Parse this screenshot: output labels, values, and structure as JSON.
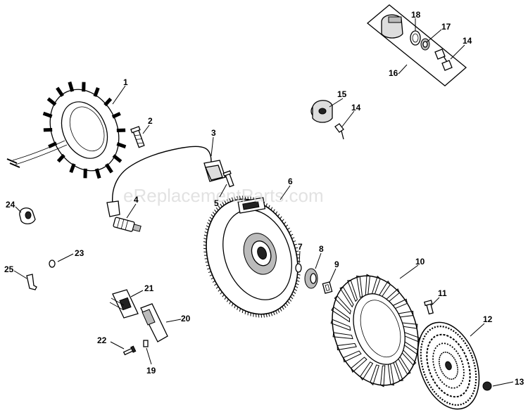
{
  "watermark": "eReplacementParts.com",
  "callouts": [
    {
      "id": "1",
      "label": "1"
    },
    {
      "id": "2",
      "label": "2"
    },
    {
      "id": "3",
      "label": "3"
    },
    {
      "id": "4",
      "label": "4"
    },
    {
      "id": "5",
      "label": "5"
    },
    {
      "id": "6",
      "label": "6"
    },
    {
      "id": "7",
      "label": "7"
    },
    {
      "id": "8",
      "label": "8"
    },
    {
      "id": "9",
      "label": "9"
    },
    {
      "id": "10",
      "label": "10"
    },
    {
      "id": "11",
      "label": "11"
    },
    {
      "id": "12",
      "label": "12"
    },
    {
      "id": "13",
      "label": "13"
    },
    {
      "id": "14a",
      "label": "14"
    },
    {
      "id": "14b",
      "label": "14"
    },
    {
      "id": "15",
      "label": "15"
    },
    {
      "id": "16",
      "label": "16"
    },
    {
      "id": "17",
      "label": "17"
    },
    {
      "id": "18",
      "label": "18"
    },
    {
      "id": "19",
      "label": "19"
    },
    {
      "id": "20",
      "label": "20"
    },
    {
      "id": "21",
      "label": "21"
    },
    {
      "id": "22",
      "label": "22"
    },
    {
      "id": "23",
      "label": "23"
    },
    {
      "id": "24",
      "label": "24"
    },
    {
      "id": "25",
      "label": "25"
    }
  ]
}
